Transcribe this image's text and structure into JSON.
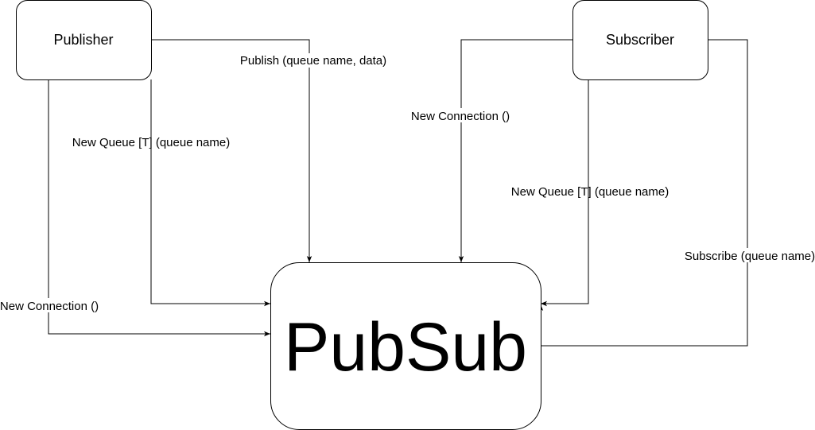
{
  "nodes": {
    "publisher": "Publisher",
    "subscriber": "Subscriber",
    "pubsub": "PubSub"
  },
  "edges": {
    "publish": "Publish (queue name, data)",
    "pub_new_queue": "New Queue [T] (queue name)",
    "pub_new_connection": "New Connection ()",
    "sub_new_connection": "New Connection ()",
    "sub_new_queue": "New Queue [T] (queue name)",
    "subscribe": "Subscribe (queue name)"
  }
}
